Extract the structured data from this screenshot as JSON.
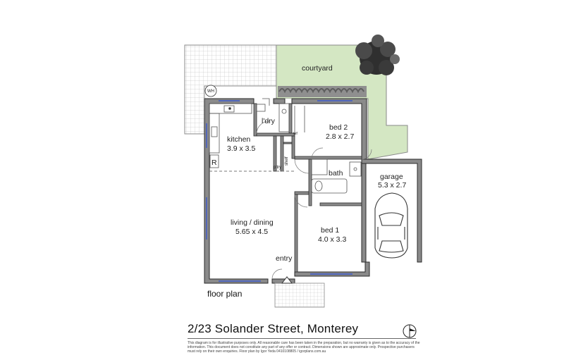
{
  "rooms": {
    "courtyard": {
      "name": "courtyard"
    },
    "kitchen": {
      "name": "kitchen",
      "dims": "3.9 x 3.5"
    },
    "laundry": {
      "name": "l'dry"
    },
    "bed2": {
      "name": "bed 2",
      "dims": "2.8 x 2.7"
    },
    "bath": {
      "name": "bath"
    },
    "garage": {
      "name": "garage",
      "dims": "5.3 x 2.7"
    },
    "living": {
      "name": "living / dining",
      "dims": "5.65 x 4.5"
    },
    "bed1": {
      "name": "bed 1",
      "dims": "4.0 x 3.3"
    },
    "entry": {
      "name": "entry"
    }
  },
  "fixtures": {
    "wh": "WH",
    "wr": "wr",
    "ptry": "p'try",
    "shelf": "shelf",
    "fridge": "R"
  },
  "colors": {
    "wall": "#8a8a8a",
    "wall_outline": "#2b2b2b",
    "courtyard": "#d4e7c3",
    "paving": "#b0b0b0",
    "hedge": "#6d6d6d",
    "tree": "#3d3d3d"
  },
  "labels": {
    "floor_plan": "floor plan",
    "address": "2/23 Solander Street, Monterey",
    "disclaimer": "This diagram is for illustrative purposes only. All reasonable care has been taken in the preparation, but no warranty is given as to the accuracy of the information. This document does not constitute any part of any offer or contract. Dimensions shown are approximate only. Prospective purchasers must rely on their own enquiries. Floor plan by Igor Yeda 0410108805 / igorplans.com.au"
  },
  "compass_icon": "north-arrow-icon"
}
